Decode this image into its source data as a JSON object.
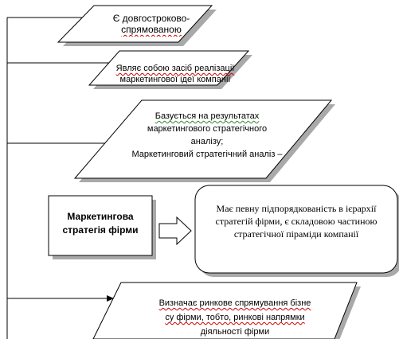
{
  "boxes": {
    "box1": {
      "lines": [
        "Є довгостроково-",
        "спрямованою"
      ]
    },
    "box2": {
      "lines": [
        "Являє собою засіб реалізації",
        "маркетингової ідеї компанії"
      ]
    },
    "box3": {
      "lines": [
        "Базується на результатах",
        "маркетингового стратегічного",
        "аналізу;",
        "Маркетинговий стратегічний аналіз –"
      ]
    },
    "center": {
      "lines": [
        "Маркетингова",
        "стратегія фірми"
      ]
    },
    "rounded": {
      "lines": [
        "Має певну підпорядкованість в ієрархії",
        "стратегій фірми, є складовою частиною",
        "стратегічної піраміди компанії"
      ]
    },
    "box5": {
      "lines": [
        "Визначає ринкове спрямування бізне",
        "су фірми, тобто,  ринкові напрямки",
        "діяльності фірми"
      ]
    }
  },
  "colors": {
    "stroke": "#000000",
    "fill": "#ffffff",
    "shadow": "#a0a0a0",
    "text": "#000000"
  }
}
